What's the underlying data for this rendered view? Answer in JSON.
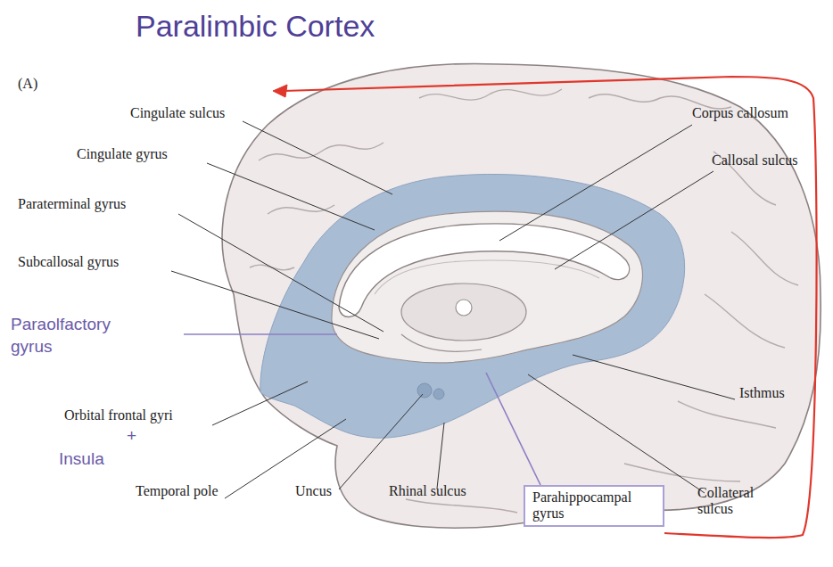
{
  "diagram": {
    "title": "Paralimbic Cortex",
    "nodes": [
      {
        "text": [
          "Parahippocampal gyrus"
        ]
      }
    ],
    "labels": [
      "(A)",
      "Cingulate sulcus",
      "Corpus callosum",
      "Cingulate gyrus",
      "Callosal sulcus",
      "Paraterminal gyrus",
      "Subcallosal gyrus",
      "Paraolfactory gyrus",
      "Isthmus",
      "Orbital frontal gyri",
      "+",
      "Insula",
      "Temporal pole",
      "Uncus",
      "Rhinal sulcus",
      "Collateral sulcus"
    ]
  }
}
